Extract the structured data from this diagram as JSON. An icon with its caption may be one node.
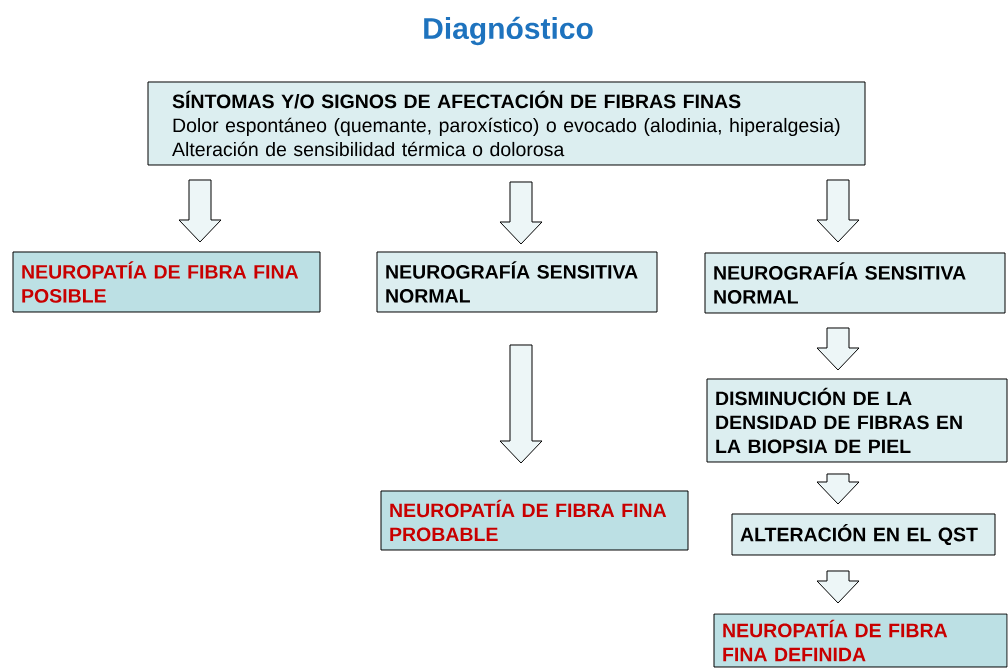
{
  "diagram": {
    "title": "Diagnóstico",
    "nodes": [
      {
        "text": [
          "SÍNTOMAS Y/O SIGNOS DE AFECTACIÓN DE FIBRAS FINAS",
          "Dolor espontáneo (quemante, paroxístico) o evocado (alodinia, hiperalgesia)",
          "Alteración de sensibilidad térmica o dolorosa"
        ]
      },
      {
        "text": [
          "NEUROPATÍA DE FIBRA FINA POSIBLE"
        ]
      },
      {
        "text": [
          "NEUROGRAFÍA SENSITIVA NORMAL"
        ]
      },
      {
        "text": [
          "NEUROGRAFÍA SENSITIVA NORMAL"
        ]
      },
      {
        "text": [
          "DISMINUCIÓN DE LA DENSIDAD DE FIBRAS EN LA BIOPSIA DE PIEL"
        ]
      },
      {
        "text": [
          "NEUROPATÍA DE FIBRA FINA PROBABLE"
        ]
      },
      {
        "text": [
          "ALTERACIÓN EN EL QST"
        ]
      },
      {
        "text": [
          "NEUROPATÍA DE FIBRA FINA DEFINIDA"
        ]
      }
    ],
    "edges": [
      {
        "from": 0,
        "to": 1,
        "arrow": "to"
      },
      {
        "from": 0,
        "to": 2,
        "arrow": "to"
      },
      {
        "from": 0,
        "to": 3,
        "arrow": "to"
      },
      {
        "from": 2,
        "to": 5,
        "arrow": "to"
      },
      {
        "from": 3,
        "to": 4,
        "arrow": "to"
      },
      {
        "from": 4,
        "to": 6,
        "arrow": "to"
      },
      {
        "from": 6,
        "to": 7,
        "arrow": "to"
      }
    ]
  }
}
